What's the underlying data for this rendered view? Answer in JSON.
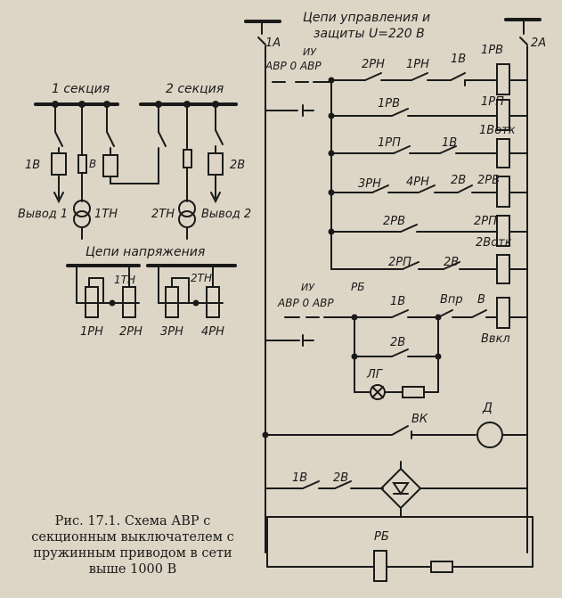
{
  "title_lines": [
    "Цепи управления и",
    "защиты U=220 В"
  ],
  "caption": "Рис. 17.1. Схема АВР с секционным выключателем с пружинным приводом в сети выше 1000 В",
  "left_scheme": {
    "section_1": "1 секция",
    "section_2": "2 секция",
    "voltage_title": "Цепи напряжения",
    "labels": {
      "1V": "1В",
      "V": "В",
      "2V": "2В",
      "vyvod1": "Вывод 1",
      "vyvod2": "Вывод 2",
      "1TN": "1ТН",
      "2TN": "2ТН",
      "1TN_v": "1ТН",
      "2TN_v": "2ТН",
      "1RN": "1РН",
      "2RN": "2РН",
      "3RN": "3РН",
      "4RN": "4РН"
    }
  },
  "control_scheme": {
    "fuse_left": "1А",
    "fuse_right": "2А",
    "iu1": "ИУ",
    "avr0avr1": "АВР 0 АВР",
    "iu2": "ИУ",
    "avr0avr2": "АВР 0 АВР",
    "rb_top": "РБ",
    "contacts": {
      "r1_2RN": "2РН",
      "r1_1RN": "1РН",
      "r1_1V": "1В",
      "r2_1RV": "1РВ",
      "r3_1RP": "1РП",
      "r3_1V": "1В",
      "r4_3RN": "3РН",
      "r4_4RN": "4РН",
      "r4_2V": "2В",
      "r5_2RV": "2РВ",
      "r6_2RP": "2РП",
      "r6_2V": "2В",
      "r7_1V": "1В",
      "r7_Vpr": "Впр",
      "r7_V": "В",
      "r8_2V": "2В",
      "lg": "ЛГ",
      "vk": "ВК",
      "bot_1V": "1В",
      "bot_2V": "2В"
    },
    "coils": {
      "c1": "1РВ",
      "c2": "1РП",
      "c3": "1Вотк",
      "c4": "2РВ",
      "c5": "2РП",
      "c6": "2Вотк",
      "c7": "Ввкл",
      "motor": "Д",
      "rb_bottom": "РБ"
    }
  }
}
